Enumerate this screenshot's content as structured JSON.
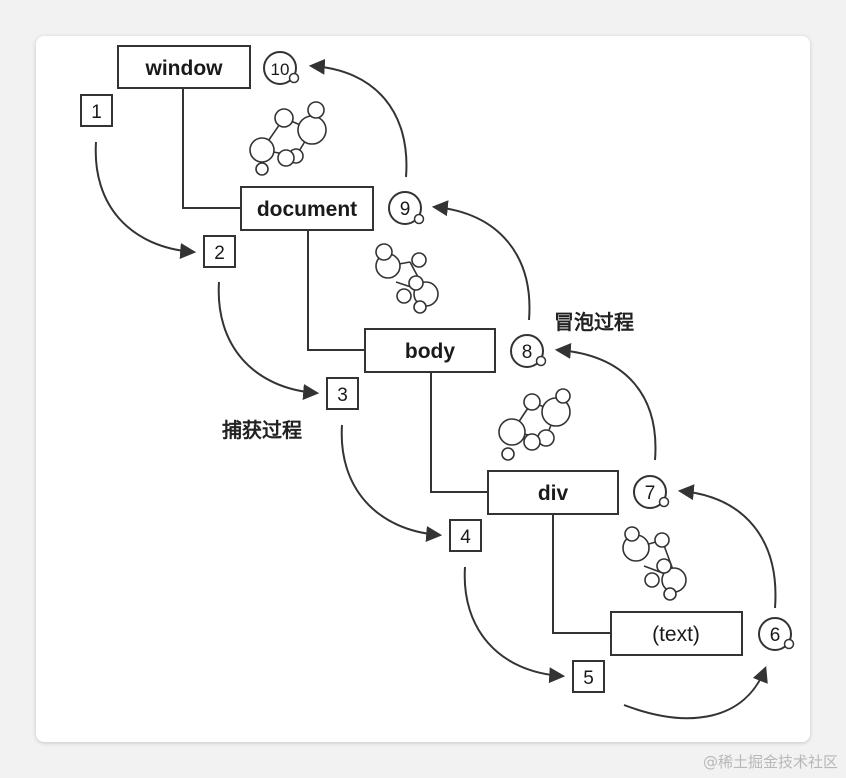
{
  "nodes": [
    "window",
    "document",
    "body",
    "div",
    "(text)"
  ],
  "capture_steps": [
    "1",
    "2",
    "3",
    "4",
    "5"
  ],
  "bubble_steps": [
    "6",
    "7",
    "8",
    "9",
    "10"
  ],
  "labels": {
    "capture": "捕获过程",
    "bubble": "冒泡过程"
  },
  "watermark": "@稀土掘金技术社区",
  "colors": {
    "line": "#333333",
    "background": "#ffffff"
  }
}
